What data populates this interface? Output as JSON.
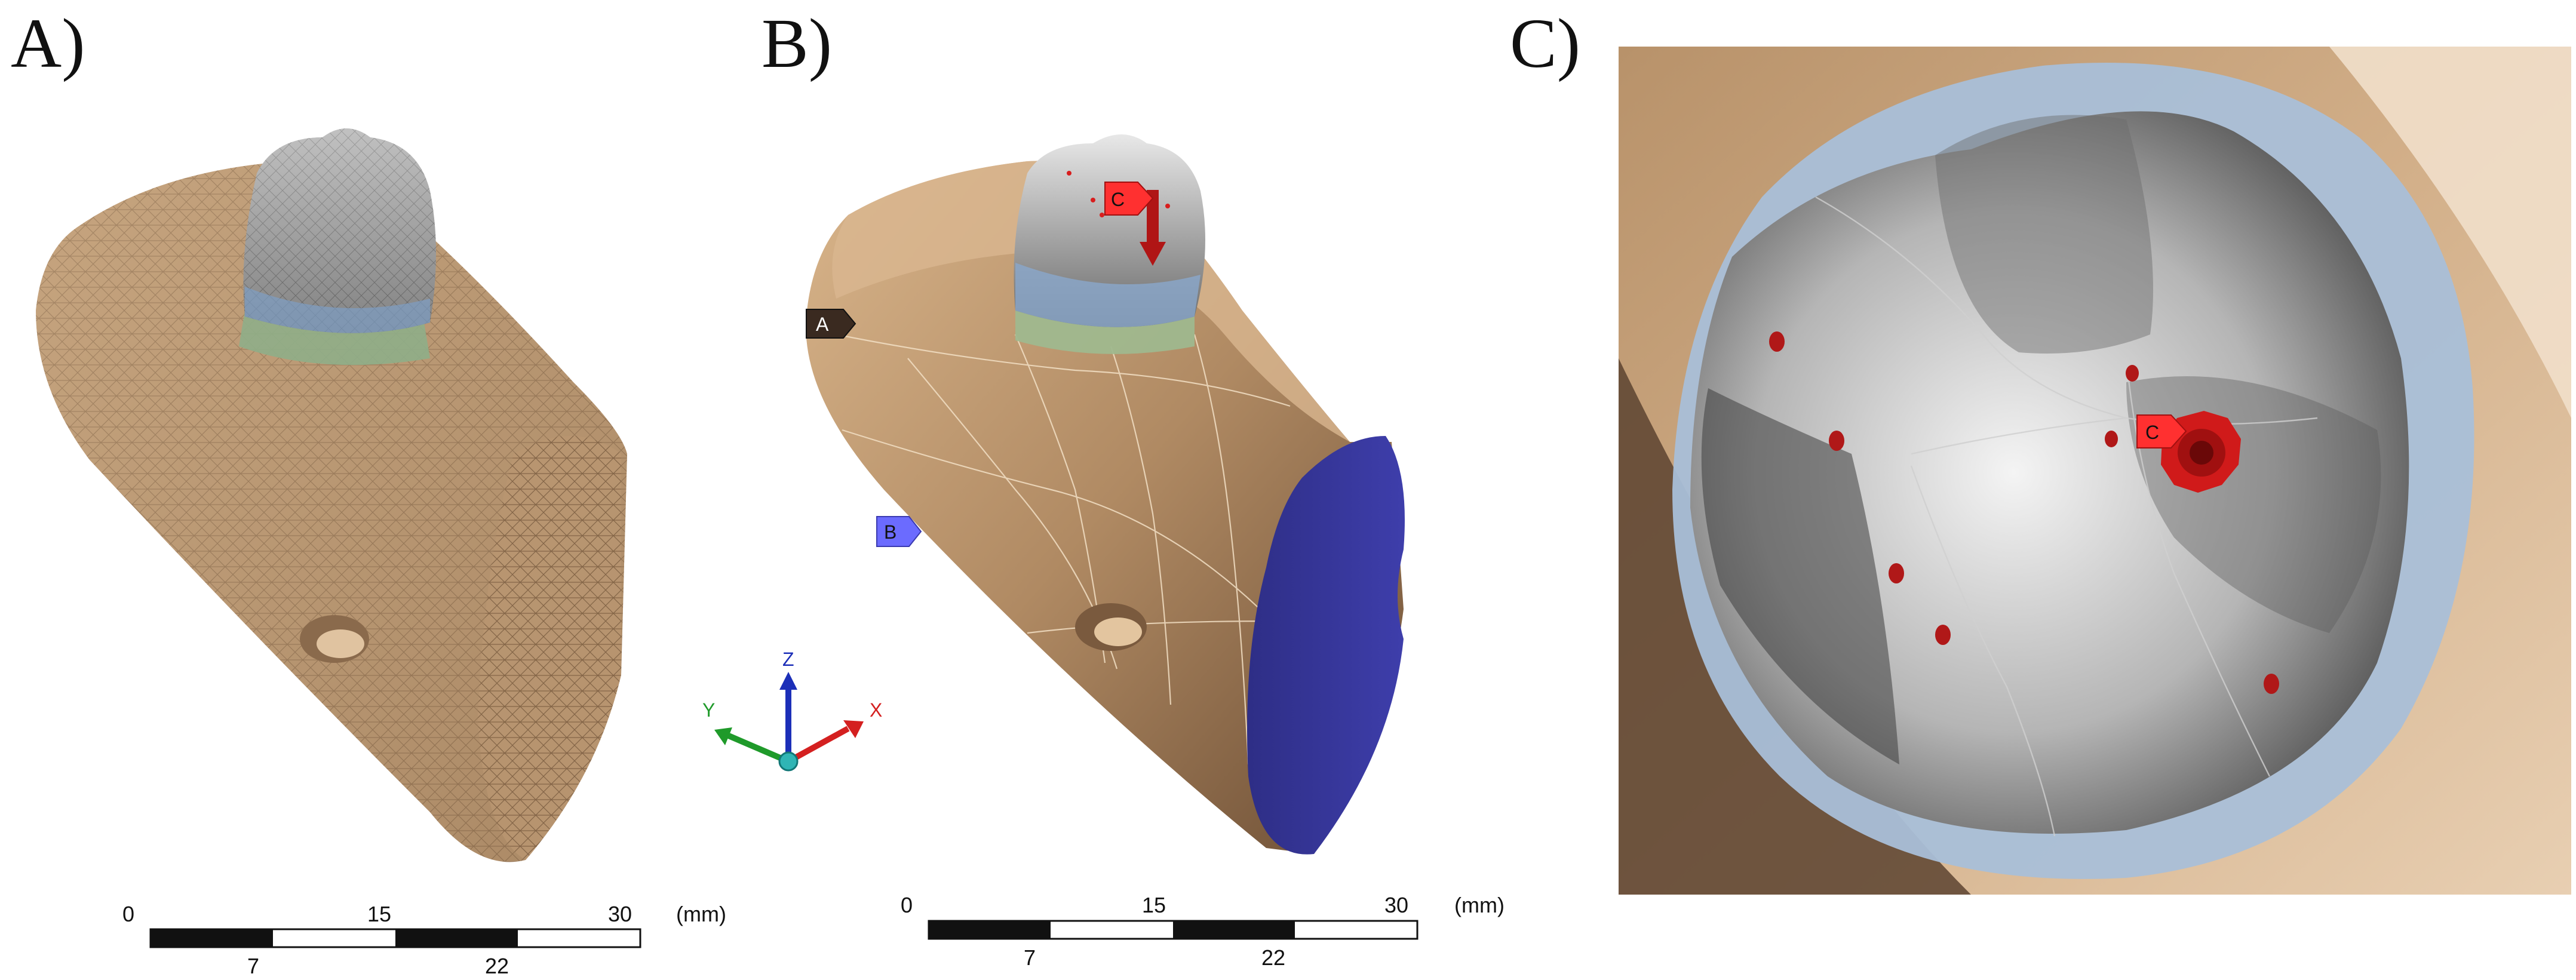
{
  "panels": [
    {
      "label": "A)"
    },
    {
      "label": "B)"
    },
    {
      "label": "C)"
    }
  ],
  "scale_bars": [
    {
      "top_ticks": [
        "0",
        "15",
        "30"
      ],
      "bottom_ticks": [
        "7",
        "22"
      ],
      "unit": "(mm)"
    },
    {
      "top_ticks": [
        "0",
        "15",
        "30"
      ],
      "bottom_ticks": [
        "7",
        "22"
      ],
      "unit": "(mm)"
    }
  ],
  "boundary_tags": [
    {
      "label": "A",
      "color": "#1e1e1e"
    },
    {
      "label": "B",
      "color": "#6b6bff"
    },
    {
      "label": "C",
      "color": "#ff3030"
    }
  ],
  "triad": {
    "x": "X",
    "y": "Y",
    "z": "Z",
    "x_color": "#d42020",
    "y_color": "#1f9a2a",
    "z_color": "#1c2fb8"
  },
  "colors": {
    "bone": "#c9a67e",
    "bone_dark": "#5a4030",
    "crown": "#8e8e8e",
    "enamel_blue": "#a9bfd8",
    "support_face": "#37379a",
    "load_red": "#e02424"
  }
}
